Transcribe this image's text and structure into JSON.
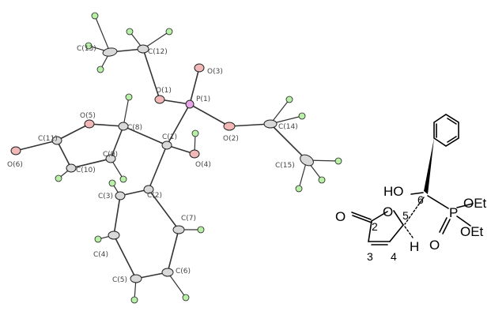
{
  "colors": {
    "carbon": "#d9d9d9",
    "oxygen": "#f2b8b8",
    "phosphorus": "#e6a6e6",
    "hydrogen": "#b9f0a8",
    "bond": "#333333",
    "outline": "#222222"
  },
  "crystal": {
    "atom_labels": [
      "C(13)",
      "C(12)",
      "O(3)",
      "O(1)",
      "P(1)",
      "O(5)",
      "C(8)",
      "C(1)",
      "O(2)",
      "C(14)",
      "C(11)",
      "C(9)",
      "O(4)",
      "C(15)",
      "O(6)",
      "C(10)",
      "C(3)",
      "C(2)",
      "C(7)",
      "C(4)",
      "C(5)",
      "C(6)"
    ]
  },
  "structure": {
    "atoms": {
      "O": "O",
      "HO": "HO",
      "P": "P",
      "OEt_top": "OEt",
      "OEt_bottom": "OEt",
      "O_carbonyl": "O",
      "O_phosphoryl": "O",
      "H": "H"
    },
    "numbers": {
      "n2": "2",
      "n3": "3",
      "n4": "4",
      "n5": "5",
      "n6": "6"
    }
  }
}
